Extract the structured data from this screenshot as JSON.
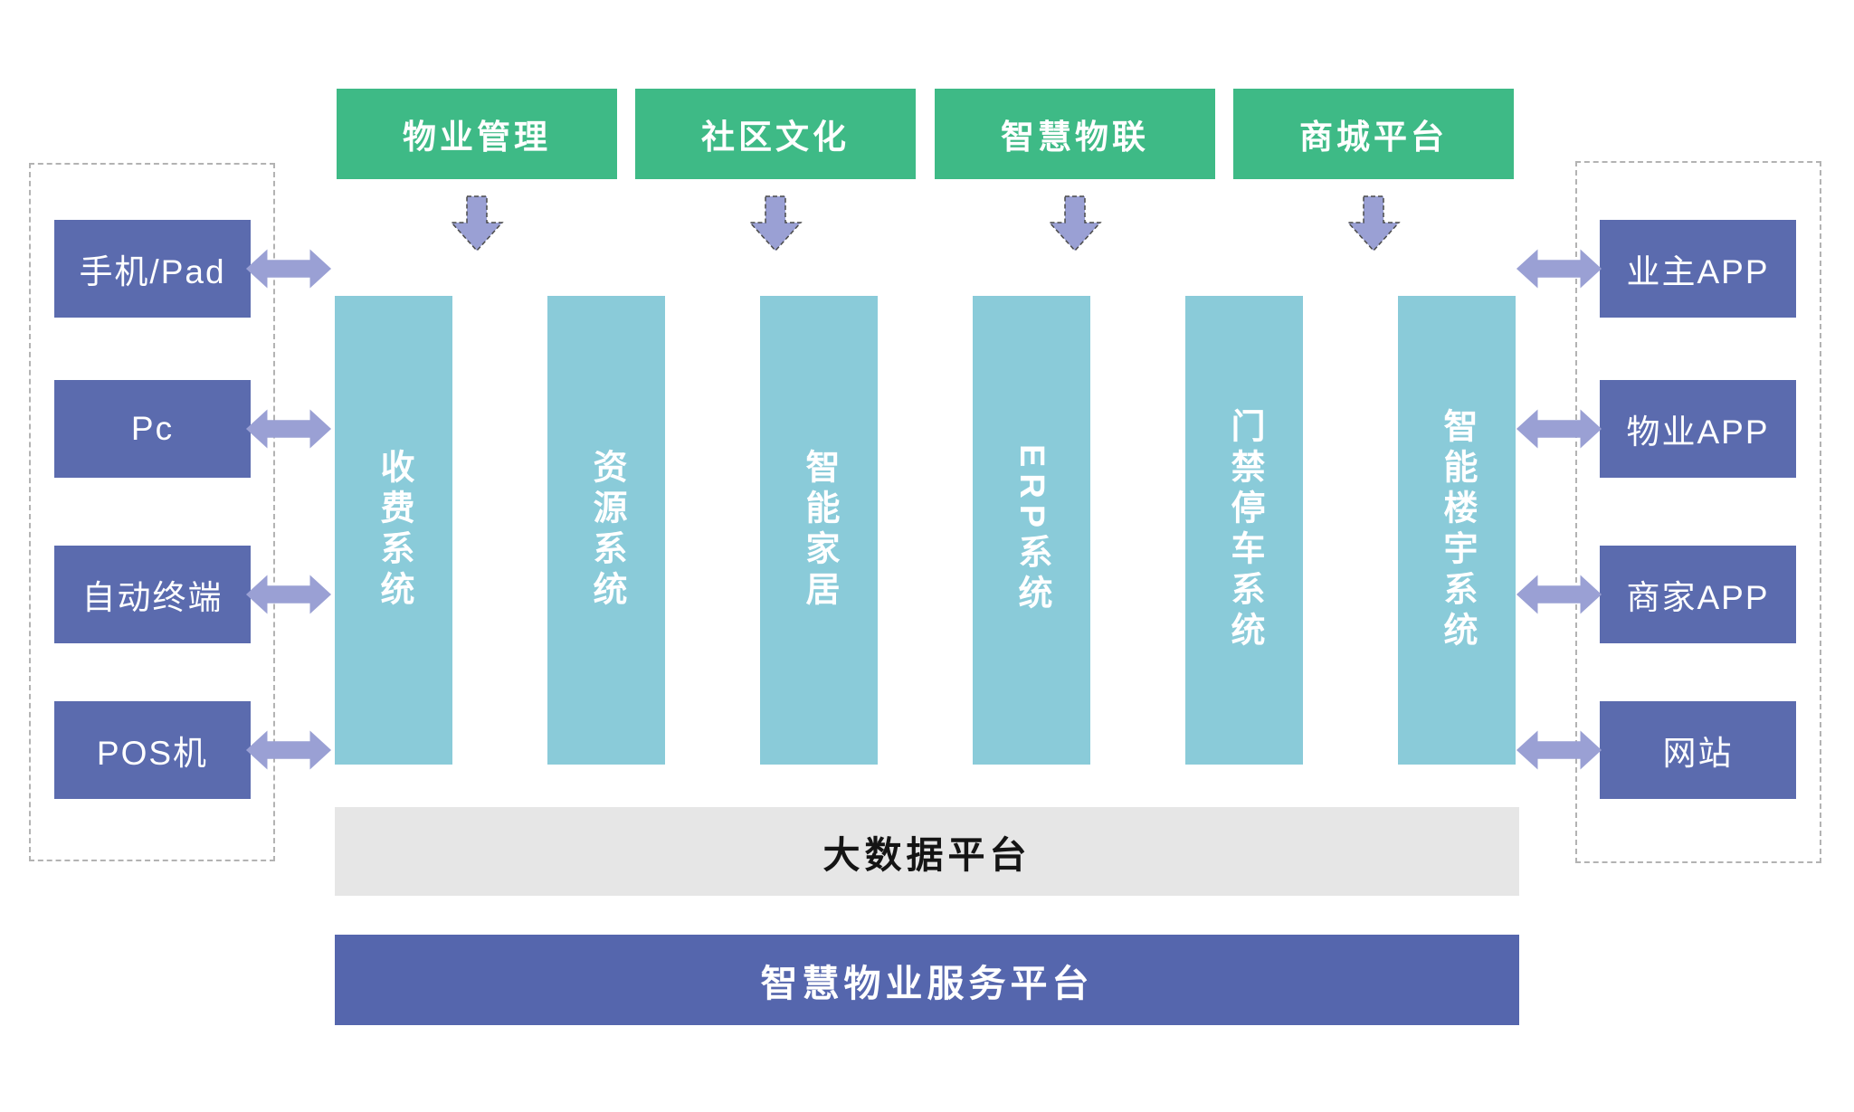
{
  "colors": {
    "module_green": "#3eba86",
    "system_column_blue": "#8acbd9",
    "device_box_purple": "#5b6bae",
    "platform_bar_purple": "#5566ad",
    "arrow_lavender": "#9aa0d4",
    "big_data_bar_gray": "#e6e6e6",
    "dashed_border_gray": "#b3b3b3"
  },
  "icons": {
    "down_arrow": "down-arrow",
    "double_arrow": "left-right-arrow"
  },
  "top_modules": [
    {
      "label": "物业管理"
    },
    {
      "label": "社区文化"
    },
    {
      "label": "智慧物联"
    },
    {
      "label": "商城平台"
    }
  ],
  "systems": [
    {
      "label": "收费系统"
    },
    {
      "label": "资源系统"
    },
    {
      "label": "智能家居"
    },
    {
      "label": "ERP系统"
    },
    {
      "label": "门禁停车系统"
    },
    {
      "label": "智能楼宇系统"
    }
  ],
  "left_devices": [
    {
      "label": "手机/Pad"
    },
    {
      "label": "Pc"
    },
    {
      "label": "自动终端"
    },
    {
      "label": "POS机"
    }
  ],
  "right_apps": [
    {
      "label": "业主APP"
    },
    {
      "label": "物业APP"
    },
    {
      "label": "商家APP"
    },
    {
      "label": "网站"
    }
  ],
  "platform_bars": {
    "big_data": "大数据平台",
    "smart_service": "智慧物业服务平台"
  }
}
